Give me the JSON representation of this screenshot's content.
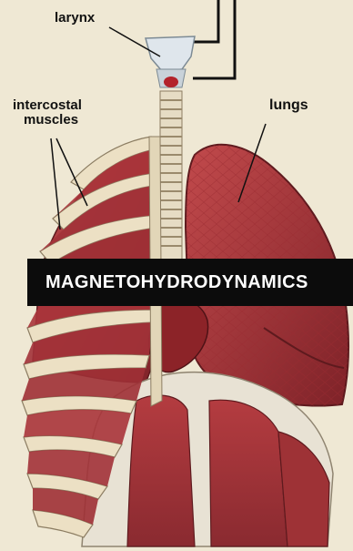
{
  "labels": {
    "larynx": "larynx",
    "lungs": "lungs",
    "intercostal_line1": "intercostal",
    "intercostal_line2": "muscles"
  },
  "banner": {
    "text": "MAGNETOHYDRODYNAMICS"
  },
  "colors": {
    "background": "#efe8d4",
    "muscle": "#a8343a",
    "lung": "#b2363c",
    "bone": "#eadcc0",
    "banner": "#0c0c0c"
  }
}
